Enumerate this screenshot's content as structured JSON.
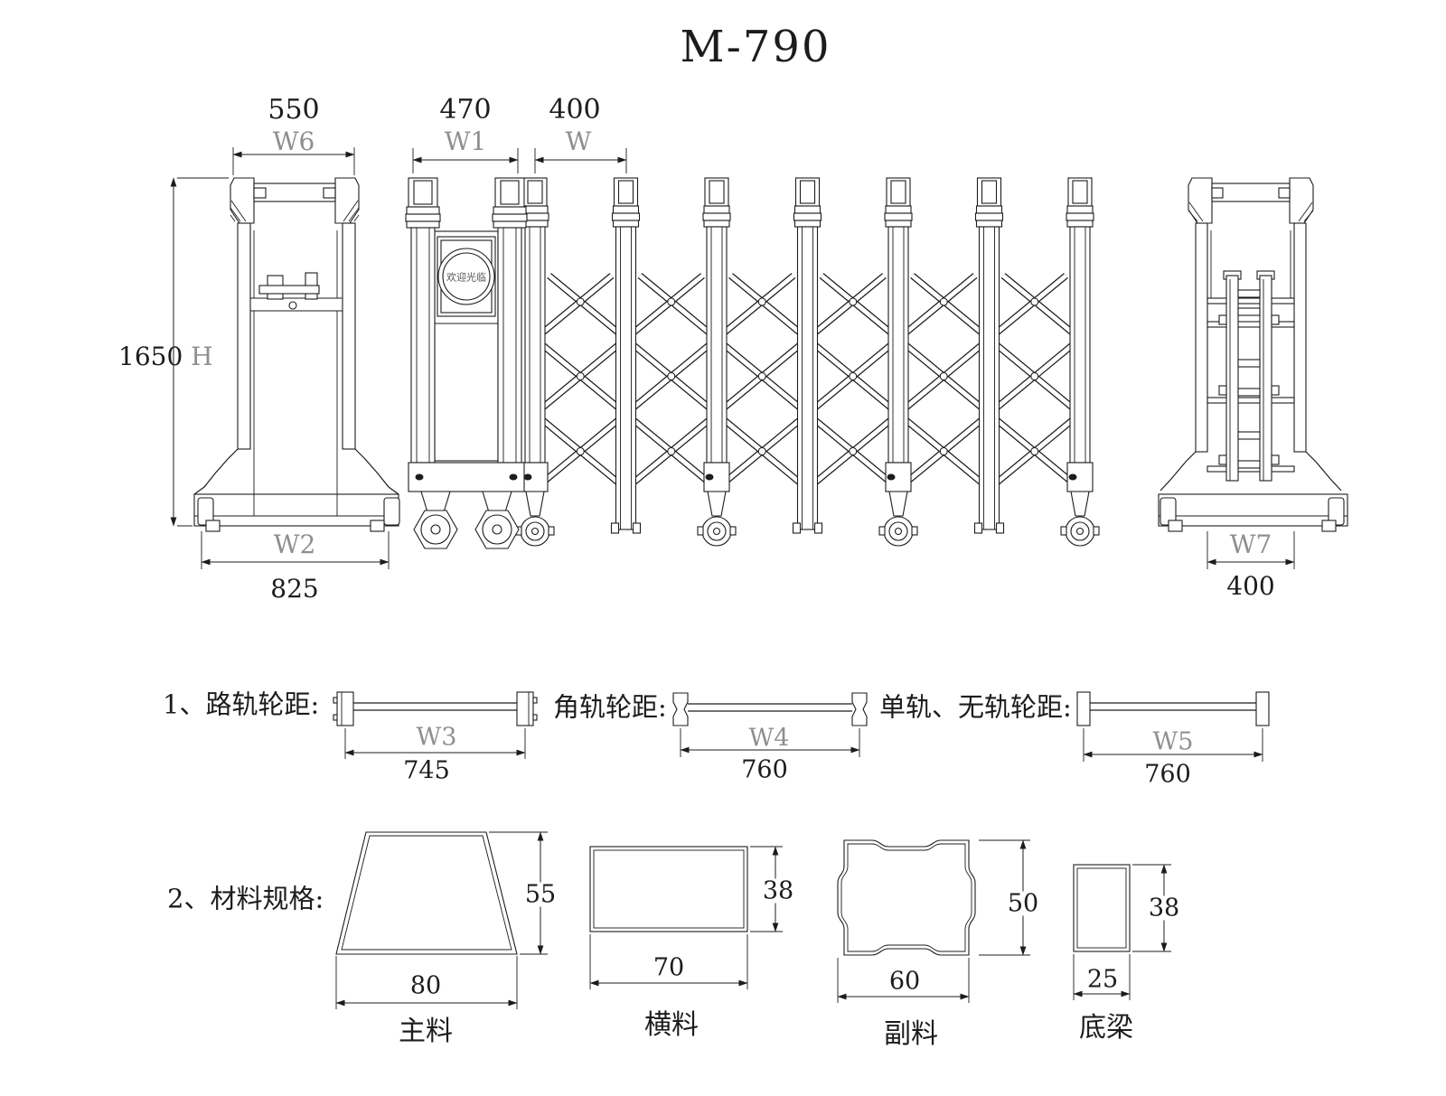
{
  "title": "M-790",
  "colors": {
    "line": "#1c1c1c",
    "dim_label": "#8f8f8f",
    "background": "#ffffff"
  },
  "views": {
    "left": {
      "top_width": "550",
      "top_width_label": "W6",
      "height": "1650",
      "height_suffix": "H",
      "base_width_label": "W2",
      "base_width": "825"
    },
    "front": {
      "unit_width": "470",
      "unit_width_label": "W1",
      "panel_pitch": "400",
      "panel_pitch_label": "W",
      "emblem_text": "欢迎光临"
    },
    "right": {
      "base_width_label": "W7",
      "base_width": "400"
    }
  },
  "wheel_spacing": {
    "items": [
      {
        "label": "1、路轨轮距:",
        "dim_label": "W3",
        "value": "745"
      },
      {
        "label": "角轨轮距:",
        "dim_label": "W4",
        "value": "760"
      },
      {
        "label": "单轨、无轨轮距:",
        "dim_label": "W5",
        "value": "760"
      }
    ]
  },
  "materials": {
    "heading": "2、材料规格:",
    "items": [
      {
        "name": "主料",
        "width": "80",
        "height": "55"
      },
      {
        "name": "横料",
        "width": "70",
        "height": "38"
      },
      {
        "name": "副料",
        "width": "60",
        "height": "50"
      },
      {
        "name": "底梁",
        "width": "25",
        "height": "38"
      }
    ]
  }
}
